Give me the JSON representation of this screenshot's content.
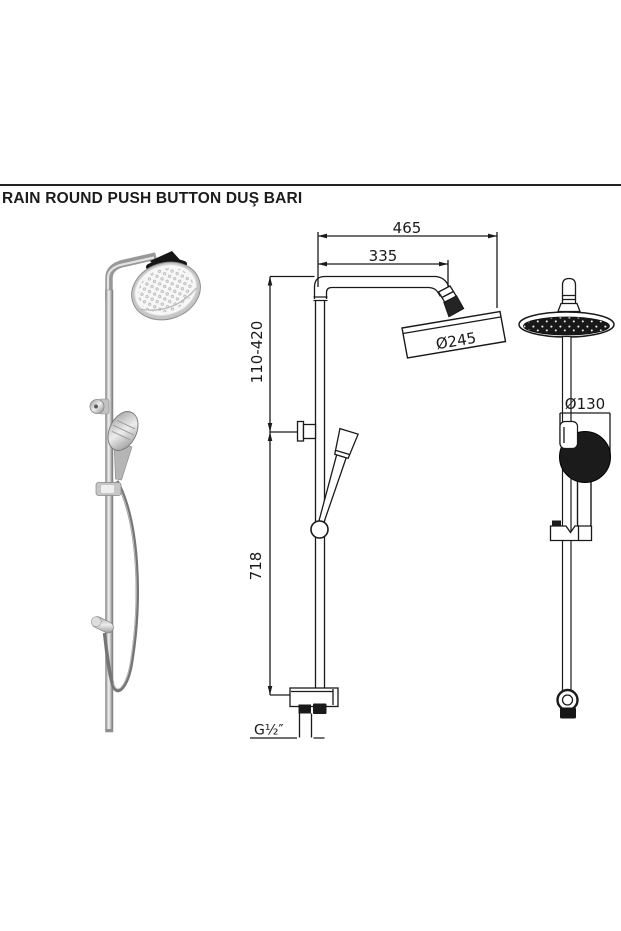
{
  "title": "RAIN ROUND PUSH BUTTON DUŞ BARI",
  "dimensions": {
    "overall_reach": "465",
    "arm_length": "335",
    "rain_head_diameter": "Ø245",
    "adjustable_height": "110-420",
    "bar_height": "718",
    "hand_shower_diameter": "Ø130",
    "connection_thread": "G½″"
  },
  "colors": {
    "line": "#1a1a1a",
    "dark_fill": "#1b1b1b",
    "background": "#ffffff",
    "chrome_light": "#ededed",
    "chrome_dark": "#808080"
  }
}
